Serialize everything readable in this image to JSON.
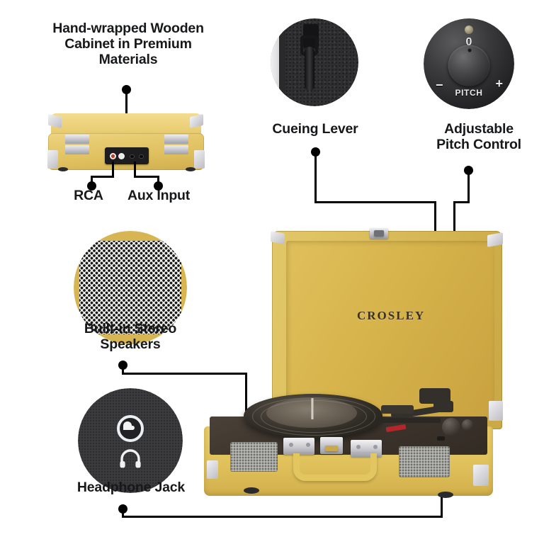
{
  "infographic": {
    "product_brand": "CROSLEY",
    "callouts": [
      {
        "id": "cabinet",
        "label": "Hand-wrapped Wooden\nCabinet in Premium\nMaterials"
      },
      {
        "id": "rca",
        "label": "RCA"
      },
      {
        "id": "aux",
        "label": "Aux Input"
      },
      {
        "id": "cueing",
        "label": "Cueing Lever"
      },
      {
        "id": "pitch",
        "label": "Adjustable\nPitch Control"
      },
      {
        "id": "speakers",
        "label": "Built-in Stereo\nSpeakers"
      },
      {
        "id": "headphone",
        "label": "Headphone Jack"
      }
    ],
    "pitch_dial": {
      "center_marking": "0",
      "minus_marking": "−",
      "plus_marking": "+",
      "bottom_marking": "PITCH"
    },
    "colors": {
      "cabinet_yellow": "#E6C65C",
      "lid_interior_gold": "#C9A23F",
      "back_panel_gold": "#E3C36A",
      "line_black": "#000000",
      "text_black": "#17181A",
      "grille_gray": "#B9B9B4",
      "detail_circle_dark": "#3B3B3D",
      "cartridge_red": "#B3262A"
    },
    "icons": {
      "jack_socket": "aux-jack-icon",
      "headphone": "headphone-icon",
      "speaker_mesh": "speaker-grille-icon",
      "cueing_lever": "cueing-lever-icon",
      "pitch_knob": "pitch-knob-icon"
    }
  }
}
